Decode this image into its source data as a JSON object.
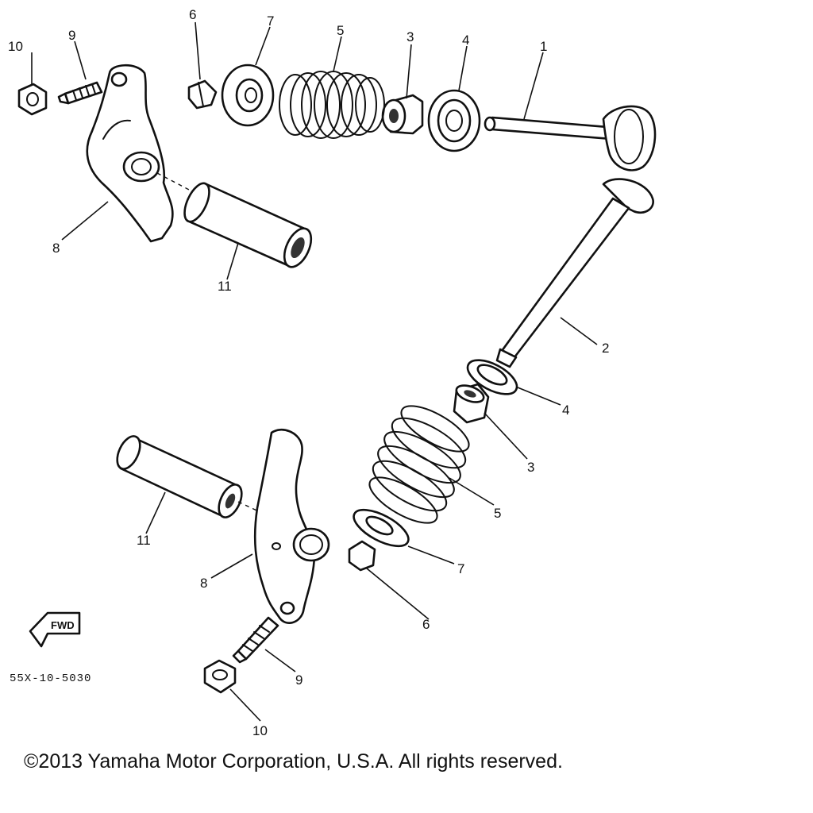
{
  "diagram_code": "55X-10-5030",
  "copyright": "©2013 Yamaha Motor Corporation, U.S.A. All rights reserved.",
  "fwd_marker": "FWD",
  "callouts": {
    "upper": {
      "valve": "1",
      "valve_seal": "3",
      "spring_seat": "4",
      "valve_spring": "5",
      "valve_cotter": "6",
      "spring_retainer": "7",
      "rocker_arm": "8",
      "adjusting_screw": "9",
      "locknut": "10",
      "rocker_shaft": "11"
    },
    "lower": {
      "valve": "2",
      "valve_seal": "3",
      "spring_seat": "4",
      "valve_spring": "5",
      "valve_cotter": "6",
      "spring_retainer": "7",
      "rocker_arm": "8",
      "adjusting_screw": "9",
      "locknut": "10",
      "rocker_shaft": "11"
    }
  }
}
